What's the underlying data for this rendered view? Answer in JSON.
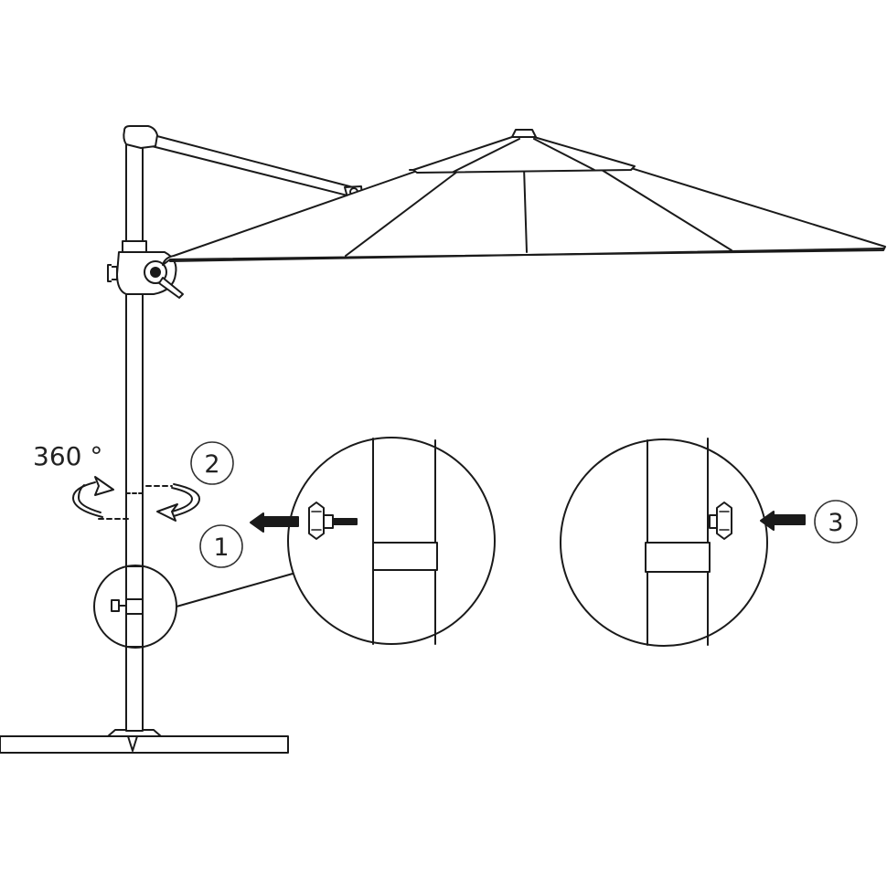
{
  "rotation": {
    "label": "360 °"
  },
  "steps": [
    {
      "number": "1"
    },
    {
      "number": "2"
    },
    {
      "number": "3"
    }
  ],
  "colors": {
    "line": "#1a1a1a",
    "background": "#ffffff"
  }
}
